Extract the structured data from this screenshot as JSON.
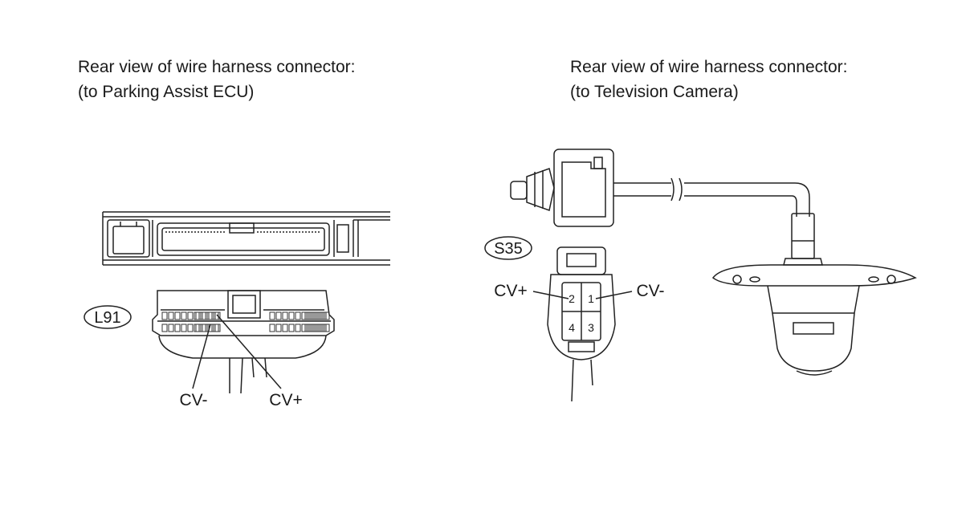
{
  "left_panel": {
    "caption_line1": "Rear view of wire harness connector:",
    "caption_line2": "(to Parking Assist ECU)",
    "connector_id": "L91",
    "pin_labels": {
      "cv_minus": "CV-",
      "cv_plus": "CV+"
    }
  },
  "right_panel": {
    "caption_line1": "Rear view of wire harness connector:",
    "caption_line2": "(to Television Camera)",
    "connector_id": "S35",
    "pin_labels": {
      "cv_plus": "CV+",
      "cv_minus": "CV-"
    },
    "pin_numbers": [
      "2",
      "1",
      "4",
      "3"
    ]
  }
}
